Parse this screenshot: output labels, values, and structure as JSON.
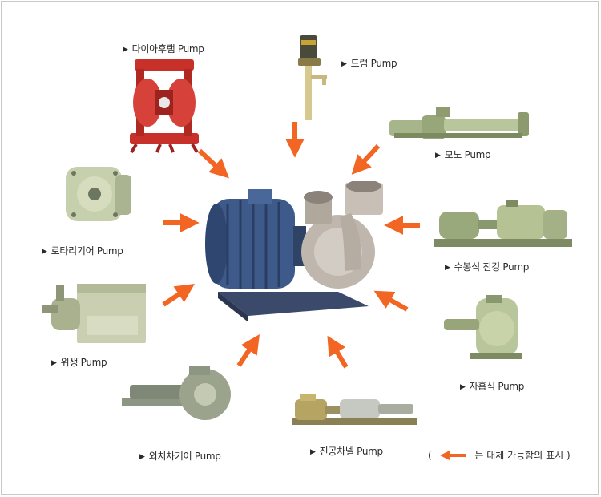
{
  "labels": {
    "diaphragm": "다이아후램 Pump",
    "drum": "드럼 Pump",
    "mono": "모노 Pump",
    "rotary_gear": "로타리기어 Pump",
    "water_ring_vacuum": "수봉식 진겅 Pump",
    "sanitary": "위생 Pump",
    "self_priming": "자흡식 Pump",
    "external_gear": "외치차기어 Pump",
    "vacuum_vane": "진공차넬 Pump"
  },
  "bullet": "▶",
  "legend": {
    "open": "(",
    "text": "는 대체 가능함의 표시",
    "close": ")"
  },
  "colors": {
    "arrow": "#f26522",
    "diaphragm_pump": "#c8302a",
    "motor_blue": "#3d5a8a",
    "stainless": "#bfb6ad",
    "green_pump": "#b8c79a"
  }
}
